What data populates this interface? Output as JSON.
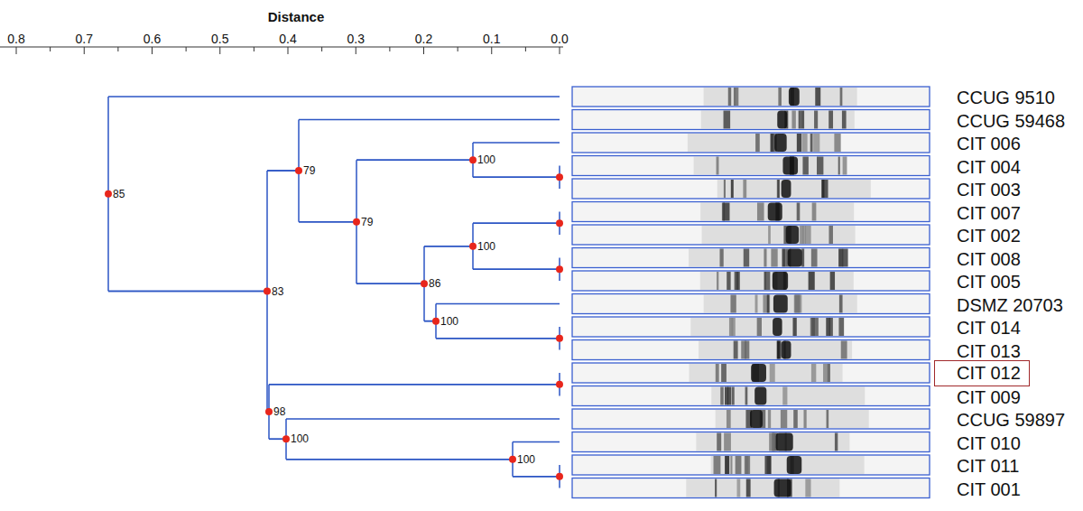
{
  "diagram": {
    "nodes": [
      {
        "text": [
          "CIT 012"
        ]
      }
    ],
    "labels": [
      "Distance",
      "0.8",
      "0.7",
      "0.6",
      "0.5",
      "0.4",
      "0.3",
      "0.2",
      "0.1",
      "0.0",
      "100",
      "79",
      "85",
      "79",
      "100",
      "86",
      "83",
      "100",
      "98",
      "100",
      "100",
      "CCUG 9510",
      "CCUG 59468",
      "CIT 006",
      "CIT 004",
      "CIT 003",
      "CIT 007",
      "CIT 002",
      "CIT 008",
      "CIT 005",
      "DSMZ 20703",
      "CIT 014",
      "CIT 013",
      "CIT 009",
      "CCUG 59897",
      "CIT 010",
      "CIT 011",
      "CIT 001"
    ]
  }
}
